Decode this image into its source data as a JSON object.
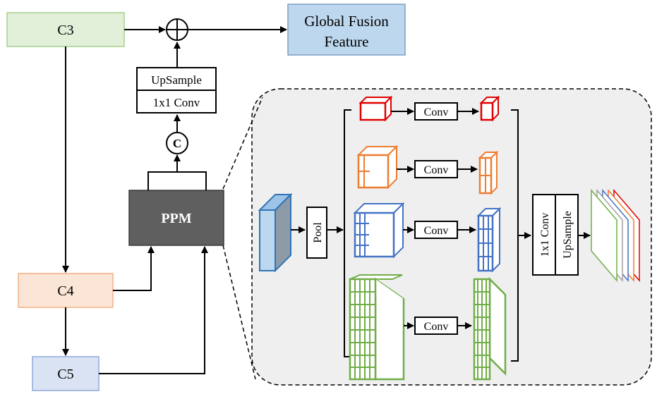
{
  "nodes": {
    "c3": "C3",
    "c4": "C4",
    "c5": "C5",
    "ppm": "PPM",
    "upsample": "UpSample",
    "conv1x1": "1x1 Conv",
    "concat": "C",
    "output_line1": "Global Fusion",
    "output_line2": "Feature"
  },
  "ppm_detail": {
    "pool": "Pool",
    "branch_convs": [
      "Conv",
      "Conv",
      "Conv",
      "Conv"
    ],
    "fuse_conv": "1x1 Conv",
    "fuse_upsample": "UpSample"
  },
  "colors": {
    "c3_fill": "#e2efd9",
    "c3_stroke": "#a9d18e",
    "c4_fill": "#fbe5d6",
    "c4_stroke": "#f4b183",
    "c5_fill": "#dae3f3",
    "c5_stroke": "#8faadc",
    "output_fill": "#bdd7ee",
    "output_stroke": "#7f9fc0",
    "ppm_fill": "#5f5f5f",
    "detail_panel": "#efefef",
    "branch_red": "#e00000",
    "branch_orange": "#ed7d31",
    "branch_blue": "#4472c4",
    "branch_green": "#70ad47",
    "input_tensor_fill": "#bdd7ee",
    "input_tensor_stroke": "#2e75b6"
  },
  "icons": {
    "sum": "circle-plus-icon",
    "concat": "circled-c-icon"
  }
}
